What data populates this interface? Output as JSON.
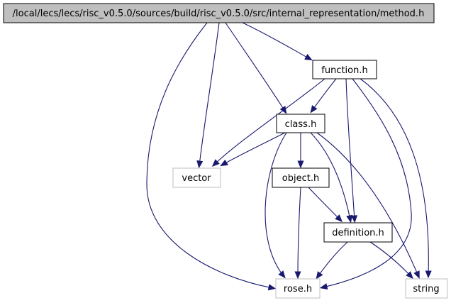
{
  "colors": {
    "edge": "#191970",
    "root_fill": "#bfbfbf",
    "node_border": "#000000",
    "external_border": "#bfbfbf"
  },
  "nodes": {
    "method": {
      "label": "/local/lecs/lecs/risc_v0.5.0/sources/build/risc_v0.5.0/src/internal_representation/method.h",
      "kind": "root"
    },
    "function": {
      "label": "function.h",
      "kind": "file"
    },
    "class": {
      "label": "class.h",
      "kind": "file"
    },
    "vector": {
      "label": "vector",
      "kind": "external"
    },
    "object": {
      "label": "object.h",
      "kind": "file"
    },
    "definition": {
      "label": "definition.h",
      "kind": "file"
    },
    "rose": {
      "label": "rose.h",
      "kind": "external"
    },
    "string": {
      "label": "string",
      "kind": "external"
    }
  },
  "edges": [
    [
      "method",
      "rose"
    ],
    [
      "method",
      "vector"
    ],
    [
      "method",
      "class"
    ],
    [
      "method",
      "function"
    ],
    [
      "function",
      "vector"
    ],
    [
      "function",
      "class"
    ],
    [
      "function",
      "definition"
    ],
    [
      "function",
      "rose"
    ],
    [
      "function",
      "string"
    ],
    [
      "class",
      "vector"
    ],
    [
      "class",
      "object"
    ],
    [
      "class",
      "rose"
    ],
    [
      "class",
      "definition"
    ],
    [
      "class",
      "string"
    ],
    [
      "object",
      "rose"
    ],
    [
      "object",
      "definition"
    ],
    [
      "definition",
      "rose"
    ],
    [
      "definition",
      "string"
    ]
  ]
}
